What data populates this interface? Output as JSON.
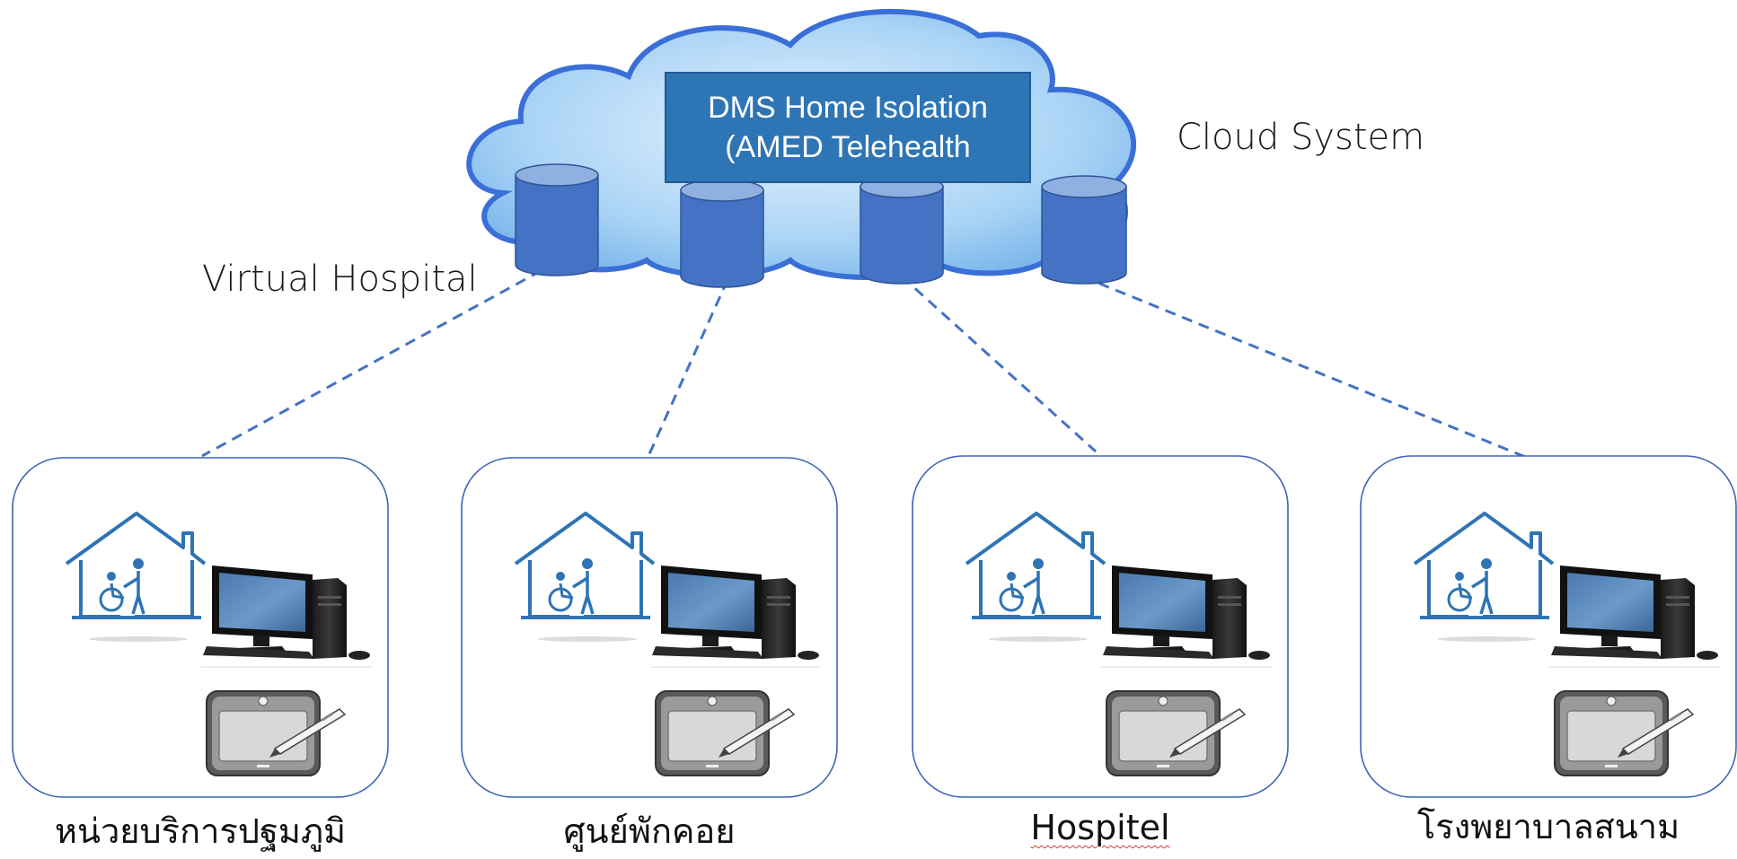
{
  "diagram": {
    "cloud_label": "Cloud System",
    "virtual_label": "Virtual Hospital",
    "title_lines": [
      "DMS Home Isolation",
      "(AMED Telehealth"
    ],
    "sites": [
      {
        "label": "หน่วยบริการปฐมภูมิ"
      },
      {
        "label": "ศูนย์พักคอย"
      },
      {
        "label": "Hospitel"
      },
      {
        "label": "โรงพยาบาลสนาม"
      }
    ],
    "colors": {
      "cloud_fill": "#a9d3f5",
      "cloud_stroke": "#3a6fd8",
      "db_fill": "#4472c4",
      "db_top": "#8fb0e0",
      "box_stroke": "#3f63b5",
      "dash_line": "#4472c4",
      "title_bg": "#2e75b6",
      "house_icon": "#2e74b5"
    },
    "icons": [
      "cloud-icon",
      "database-icon",
      "home-care-icon",
      "desktop-computer-icon",
      "signature-tablet-icon"
    ]
  }
}
